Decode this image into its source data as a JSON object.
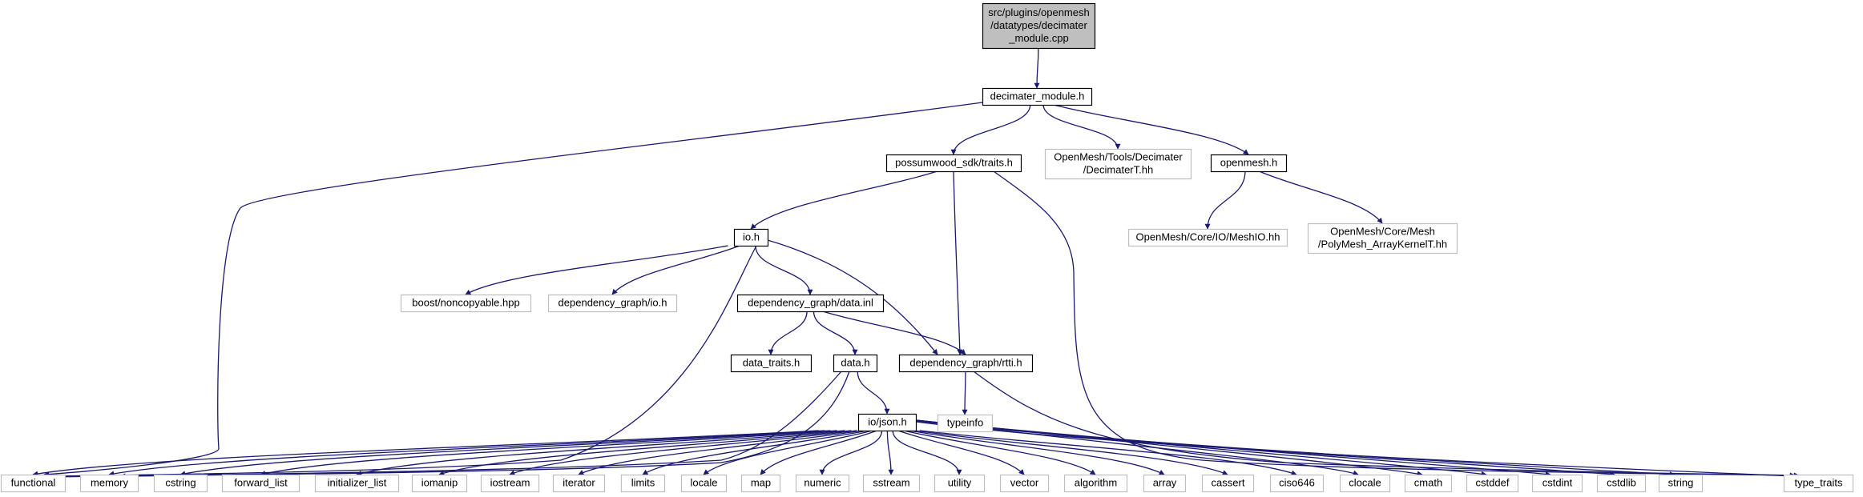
{
  "diagram": {
    "colors": {
      "edge": "#191970",
      "root_fill": "#bfbfbf",
      "box_border": "#000000",
      "external_border": "#bfbfbf",
      "background": "#ffffff"
    },
    "nodes": [
      {
        "id": "root",
        "lines": [
          "src/plugins/openmesh",
          "/datatypes/decimater",
          "_module.cpp"
        ]
      },
      {
        "id": "decimater_module_h",
        "lines": [
          "decimater_module.h"
        ]
      },
      {
        "id": "possumwood_traits",
        "lines": [
          "possumwood_sdk/traits.h"
        ]
      },
      {
        "id": "decimaterT",
        "lines": [
          "OpenMesh/Tools/Decimater",
          "/DecimaterT.hh"
        ]
      },
      {
        "id": "openmesh_h",
        "lines": [
          "openmesh.h"
        ]
      },
      {
        "id": "meshio",
        "lines": [
          "OpenMesh/Core/IO/MeshIO.hh"
        ]
      },
      {
        "id": "polymesh",
        "lines": [
          "OpenMesh/Core/Mesh",
          "/PolyMesh_ArrayKernelT.hh"
        ]
      },
      {
        "id": "io_h",
        "lines": [
          "io.h"
        ]
      },
      {
        "id": "boost_noncopyable",
        "lines": [
          "boost/noncopyable.hpp"
        ]
      },
      {
        "id": "dep_io_h",
        "lines": [
          "dependency_graph/io.h"
        ]
      },
      {
        "id": "data_inl",
        "lines": [
          "dependency_graph/data.inl"
        ]
      },
      {
        "id": "data_traits",
        "lines": [
          "data_traits.h"
        ]
      },
      {
        "id": "data_h",
        "lines": [
          "data.h"
        ]
      },
      {
        "id": "rtti_h",
        "lines": [
          "dependency_graph/rtti.h"
        ]
      },
      {
        "id": "typeinfo",
        "lines": [
          "typeinfo"
        ]
      },
      {
        "id": "json_h",
        "lines": [
          "io/json.h"
        ]
      },
      {
        "id": "functional",
        "lines": [
          "functional"
        ]
      },
      {
        "id": "memory",
        "lines": [
          "memory"
        ]
      },
      {
        "id": "cstring",
        "lines": [
          "cstring"
        ]
      },
      {
        "id": "forward_list",
        "lines": [
          "forward_list"
        ]
      },
      {
        "id": "initializer_list",
        "lines": [
          "initializer_list"
        ]
      },
      {
        "id": "iomanip",
        "lines": [
          "iomanip"
        ]
      },
      {
        "id": "iostream",
        "lines": [
          "iostream"
        ]
      },
      {
        "id": "iterator",
        "lines": [
          "iterator"
        ]
      },
      {
        "id": "limits",
        "lines": [
          "limits"
        ]
      },
      {
        "id": "locale",
        "lines": [
          "locale"
        ]
      },
      {
        "id": "map",
        "lines": [
          "map"
        ]
      },
      {
        "id": "numeric",
        "lines": [
          "numeric"
        ]
      },
      {
        "id": "sstream",
        "lines": [
          "sstream"
        ]
      },
      {
        "id": "utility",
        "lines": [
          "utility"
        ]
      },
      {
        "id": "vector",
        "lines": [
          "vector"
        ]
      },
      {
        "id": "algorithm",
        "lines": [
          "algorithm"
        ]
      },
      {
        "id": "array",
        "lines": [
          "array"
        ]
      },
      {
        "id": "cassert",
        "lines": [
          "cassert"
        ]
      },
      {
        "id": "ciso646",
        "lines": [
          "ciso646"
        ]
      },
      {
        "id": "clocale",
        "lines": [
          "clocale"
        ]
      },
      {
        "id": "cmath",
        "lines": [
          "cmath"
        ]
      },
      {
        "id": "cstddef",
        "lines": [
          "cstddef"
        ]
      },
      {
        "id": "cstdint",
        "lines": [
          "cstdint"
        ]
      },
      {
        "id": "cstdlib",
        "lines": [
          "cstdlib"
        ]
      },
      {
        "id": "string",
        "lines": [
          "string"
        ]
      },
      {
        "id": "type_traits",
        "lines": [
          "type_traits"
        ]
      }
    ],
    "edges": [
      [
        "root",
        "decimater_module_h"
      ],
      [
        "decimater_module_h",
        "functional"
      ],
      [
        "decimater_module_h",
        "possumwood_traits"
      ],
      [
        "decimater_module_h",
        "decimaterT"
      ],
      [
        "decimater_module_h",
        "openmesh_h"
      ],
      [
        "openmesh_h",
        "meshio"
      ],
      [
        "openmesh_h",
        "polymesh"
      ],
      [
        "possumwood_traits",
        "io_h"
      ],
      [
        "possumwood_traits",
        "rtti_h"
      ],
      [
        "possumwood_traits",
        "type_traits"
      ],
      [
        "io_h",
        "boost_noncopyable"
      ],
      [
        "io_h",
        "dep_io_h"
      ],
      [
        "io_h",
        "data_inl"
      ],
      [
        "io_h",
        "rtti_h"
      ],
      [
        "io_h",
        "functional"
      ],
      [
        "data_inl",
        "data_traits"
      ],
      [
        "data_inl",
        "data_h"
      ],
      [
        "data_inl",
        "rtti_h"
      ],
      [
        "data_h",
        "json_h"
      ],
      [
        "data_h",
        "functional"
      ],
      [
        "data_h",
        "memory"
      ],
      [
        "rtti_h",
        "typeinfo"
      ],
      [
        "rtti_h",
        "type_traits"
      ],
      [
        "json_h",
        "functional"
      ],
      [
        "json_h",
        "memory"
      ],
      [
        "json_h",
        "cstring"
      ],
      [
        "json_h",
        "forward_list"
      ],
      [
        "json_h",
        "initializer_list"
      ],
      [
        "json_h",
        "iomanip"
      ],
      [
        "json_h",
        "iostream"
      ],
      [
        "json_h",
        "iterator"
      ],
      [
        "json_h",
        "limits"
      ],
      [
        "json_h",
        "locale"
      ],
      [
        "json_h",
        "map"
      ],
      [
        "json_h",
        "numeric"
      ],
      [
        "json_h",
        "sstream"
      ],
      [
        "json_h",
        "utility"
      ],
      [
        "json_h",
        "vector"
      ],
      [
        "json_h",
        "algorithm"
      ],
      [
        "json_h",
        "array"
      ],
      [
        "json_h",
        "cassert"
      ],
      [
        "json_h",
        "ciso646"
      ],
      [
        "json_h",
        "clocale"
      ],
      [
        "json_h",
        "cmath"
      ],
      [
        "json_h",
        "cstddef"
      ],
      [
        "json_h",
        "cstdint"
      ],
      [
        "json_h",
        "cstdlib"
      ],
      [
        "json_h",
        "string"
      ],
      [
        "json_h",
        "type_traits"
      ]
    ]
  }
}
